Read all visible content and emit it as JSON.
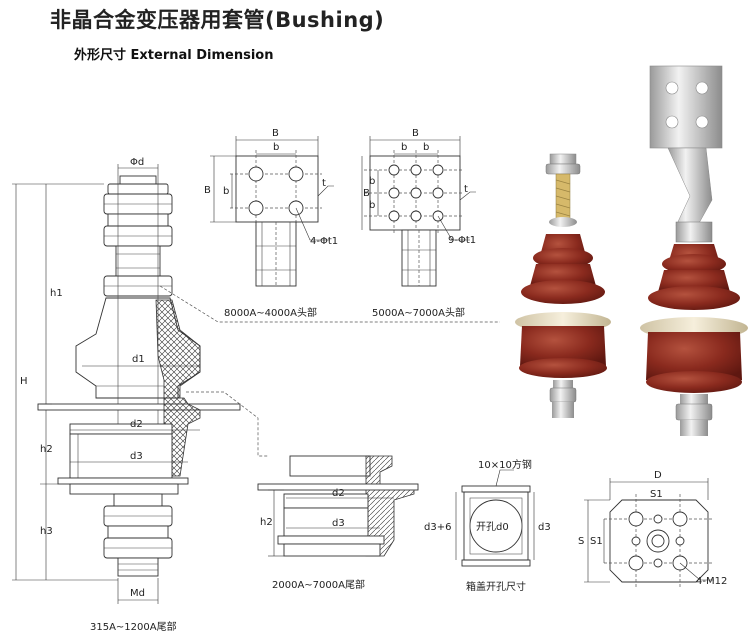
{
  "title": "非晶合金变压器用套管(Bushing)",
  "subtitle": "外形尺寸 External Dimension",
  "main_drawing": {
    "labels": {
      "phi_d": "Φd",
      "h1": "h1",
      "H": "H",
      "h2": "h2",
      "h3": "h3",
      "d1": "d1",
      "d2": "d2",
      "d3": "d3",
      "Md": "Md"
    },
    "caption": "315A~1200A尾部"
  },
  "head_left": {
    "labels": {
      "B_top": "B",
      "b_top": "b",
      "B_side": "B",
      "b_side": "b",
      "t": "t",
      "holes": "4-Φt1"
    },
    "caption": "8000A~4000A头部"
  },
  "head_right": {
    "labels": {
      "B_top": "B",
      "b_top1": "b",
      "b_top2": "b",
      "B_side": "B",
      "b_side1": "b",
      "b_side2": "b",
      "t": "t",
      "holes": "9-Φt1"
    },
    "caption": "5000A~7000A头部"
  },
  "tail_detail": {
    "labels": {
      "d2": "d2",
      "h2": "h2",
      "d3": "d3"
    },
    "caption": "2000A~7000A尾部"
  },
  "cover_hole": {
    "labels": {
      "steel": "10×10方钢",
      "d3_6": "d3+6",
      "hole": "开孔d0",
      "d3": "d3"
    },
    "caption": "箱盖开孔尺寸"
  },
  "flange": {
    "labels": {
      "D": "D",
      "S1_top": "S1",
      "S": "S",
      "S1_side": "S1",
      "holes": "4-M12"
    }
  },
  "photo": {
    "colors": {
      "porcelain": "#8a2a1e",
      "porcelain_dark": "#5e1710",
      "porcelain_light": "#b4523e",
      "ring": "#efe6cf",
      "metal": "#d9d9d9"
    }
  }
}
